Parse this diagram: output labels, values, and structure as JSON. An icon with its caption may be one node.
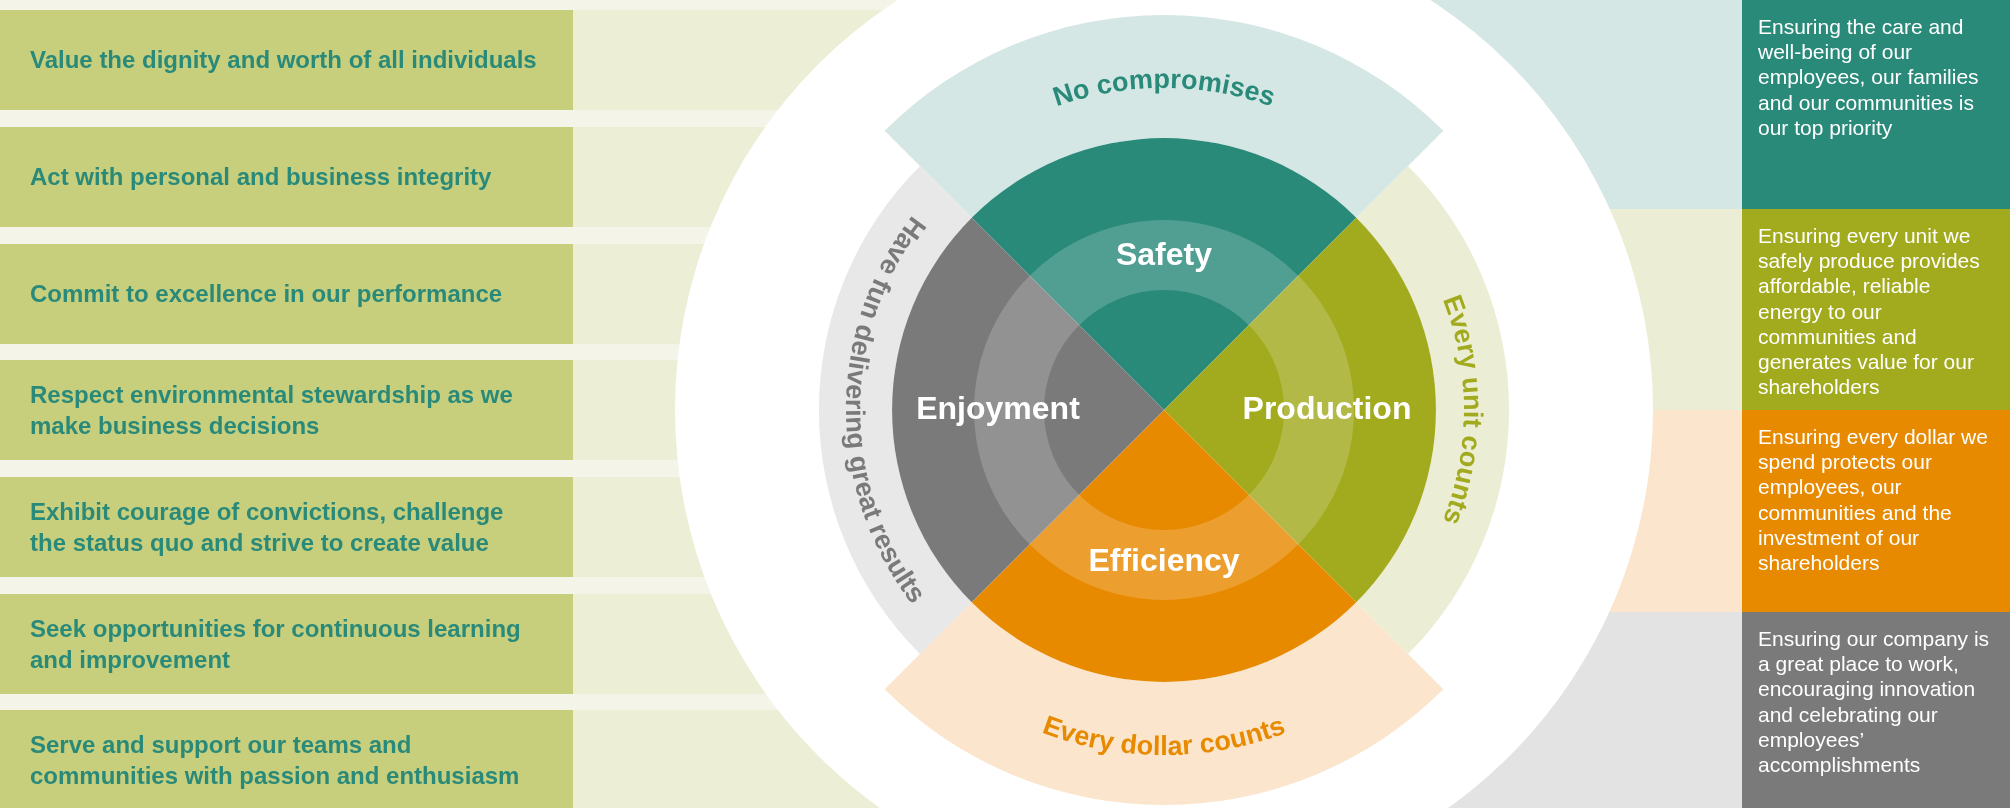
{
  "diagram": {
    "nodes": [
      {
        "text": [
          "Value the dignity and worth of all individuals"
        ]
      },
      {
        "text": [
          "Act with personal and business integrity"
        ]
      },
      {
        "text": [
          "Commit to excellence in our performance"
        ]
      },
      {
        "text": [
          "Respect environmental stewardship as we make business decisions"
        ]
      },
      {
        "text": [
          "Exhibit courage of convictions, challenge the status quo and strive to create value"
        ]
      },
      {
        "text": [
          "Seek opportunities for continuous learning and improvement"
        ]
      },
      {
        "text": [
          "Serve and support our teams and communities with passion and enthusiasm"
        ]
      },
      {
        "text": [
          "No compromises"
        ]
      },
      {
        "text": [
          "Every unit counts"
        ]
      },
      {
        "text": [
          "Every dollar counts"
        ]
      },
      {
        "text": [
          "Have fun delivering great results"
        ]
      },
      {
        "text": [
          "Safety"
        ]
      },
      {
        "text": [
          "Production"
        ]
      },
      {
        "text": [
          "Efficiency"
        ]
      },
      {
        "text": [
          "Enjoyment"
        ]
      },
      {
        "text": [
          "Ensuring the care and well-being of our employees, our families and our communities is our top priority"
        ]
      },
      {
        "text": [
          "Ensuring every unit we safely produce provides affordable, reliable energy to our communities and generates value for our shareholders"
        ]
      },
      {
        "text": [
          "Ensuring every dollar we spend protects our employees, our communities and the investment of our shareholders"
        ]
      },
      {
        "text": [
          "Ensuring our company is a great place to work, encouraging innovation and celebrating our employees’ accomplishments"
        ]
      }
    ],
    "edges": []
  }
}
